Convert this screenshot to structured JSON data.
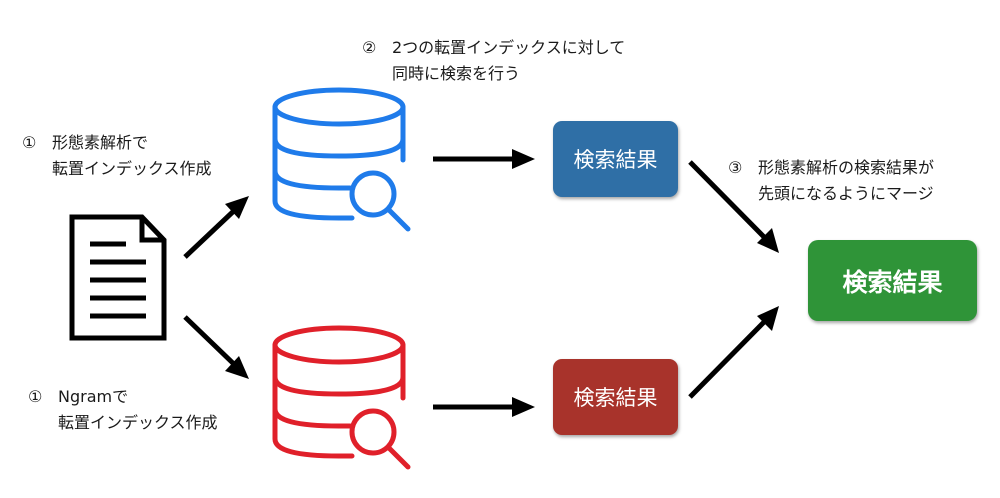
{
  "labels": {
    "step2": {
      "num": "②",
      "line1": "2つの転置インデックスに対して",
      "line2": "同時に検索を行う"
    },
    "step1_morph": {
      "num": "①",
      "line1": "形態素解析で",
      "line2": "転置インデックス作成"
    },
    "step1_ngram": {
      "num": "①",
      "line1": "Ngramで",
      "line2": "転置インデックス作成"
    },
    "step3": {
      "num": "③",
      "line1": "形態素解析の検索結果が",
      "line2": "先頭になるようにマージ"
    }
  },
  "boxes": {
    "blue": "検索結果",
    "red": "検索結果",
    "green": "検索結果"
  },
  "colors": {
    "blue_db": "#1f7bea",
    "red_db": "#e0202a",
    "blue_box": "#2f6fa6",
    "red_box": "#a8332b",
    "green_box": "#2f9438",
    "arrow": "#000000"
  },
  "icons": [
    "document-icon",
    "database-search-icon-blue",
    "database-search-icon-red"
  ]
}
